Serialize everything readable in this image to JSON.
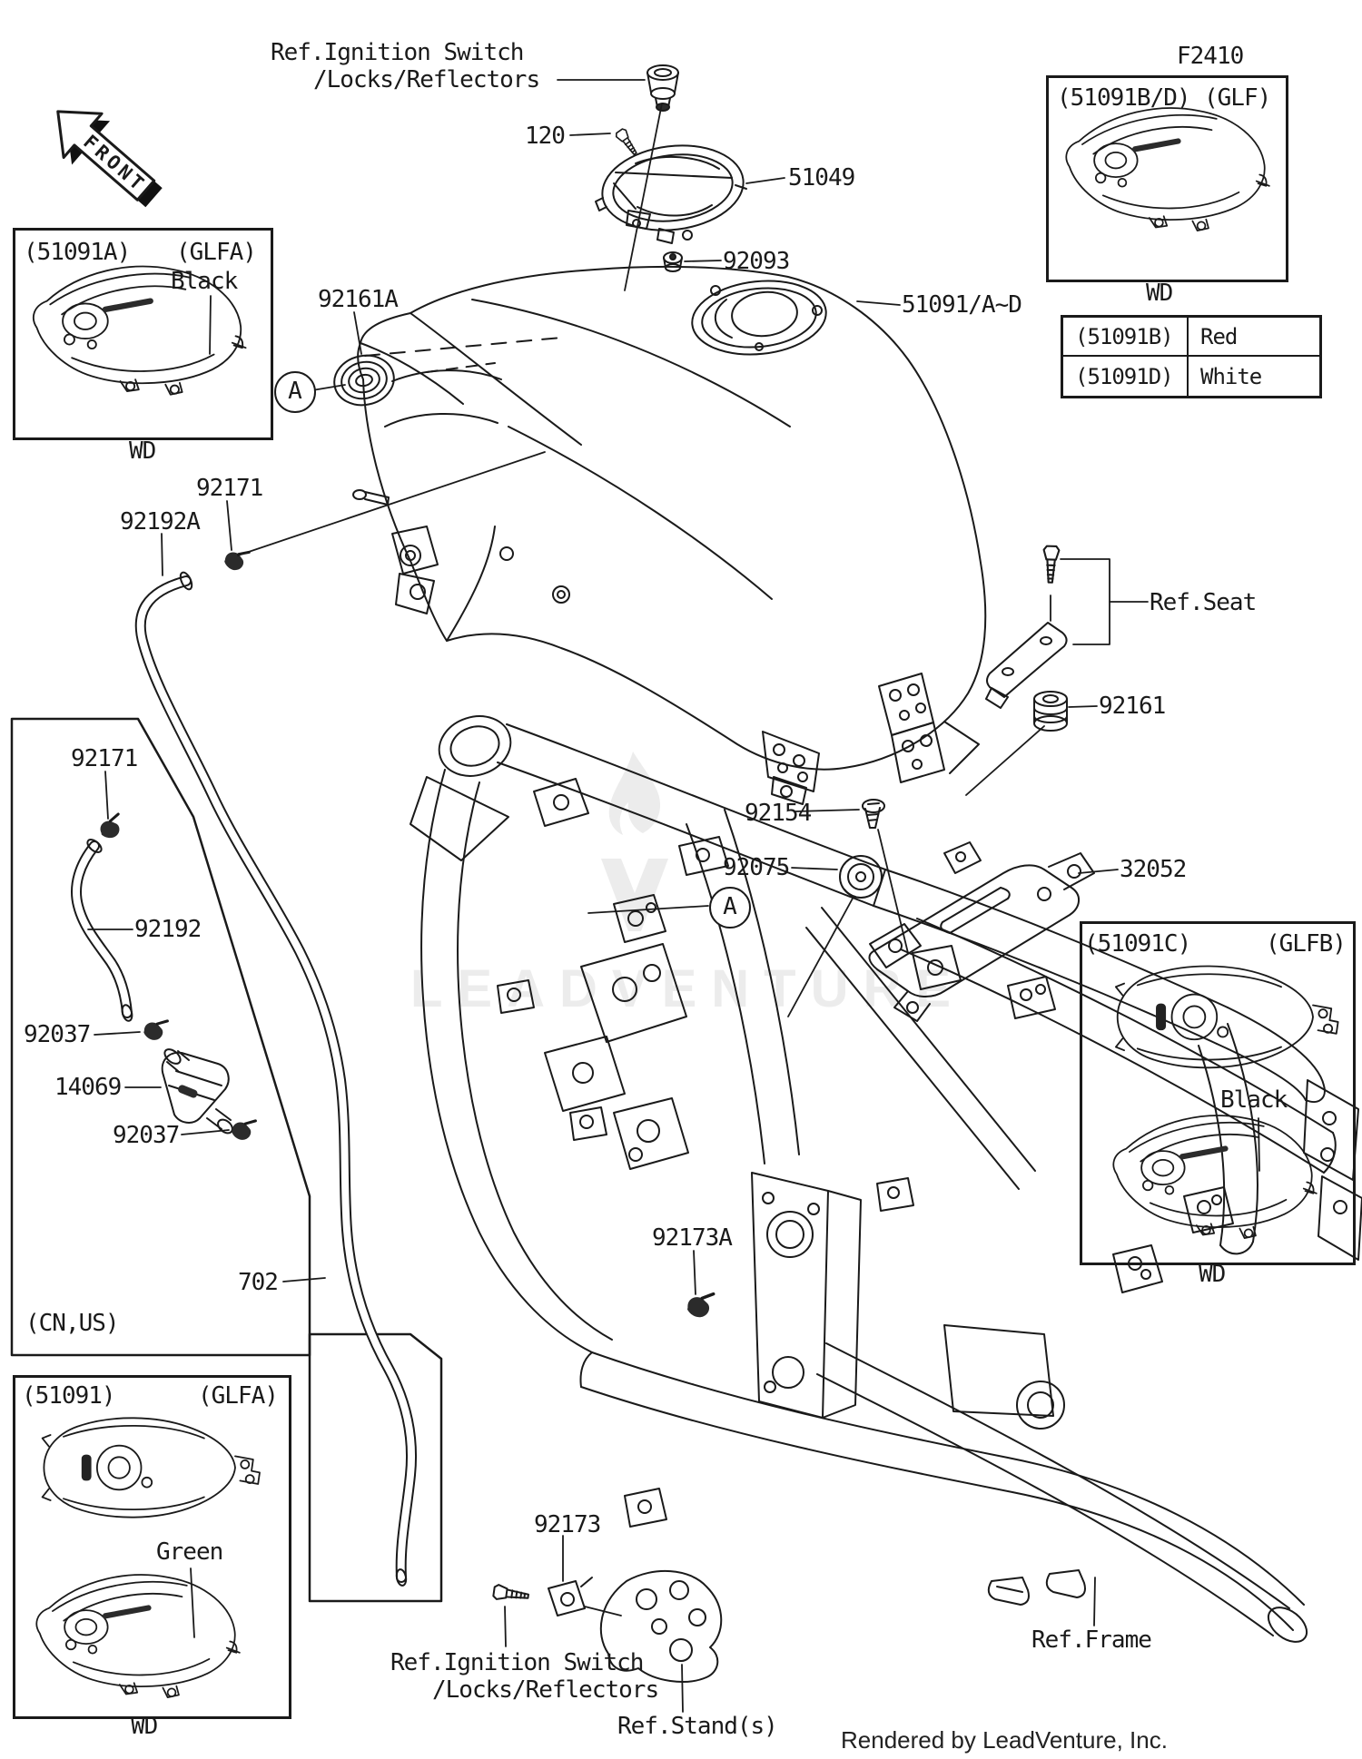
{
  "diagram": {
    "code": "F2410",
    "front_marker": "FRONT",
    "footer": "Rendered by LeadVenture, Inc.",
    "watermark": "LEADVENTURE",
    "marker_a": "A",
    "line_color": "#1a1a1a",
    "watermark_color": "#ececec"
  },
  "labels": {
    "ref_ignition_1": "Ref.Ignition Switch",
    "ref_ignition_2": "/Locks/Reflectors",
    "p120": "120",
    "p51049": "51049",
    "p92093": "92093",
    "p51091ad": "51091/A~D",
    "p92161a": "92161A",
    "p92171": "92171",
    "p92192a": "92192A",
    "p92192": "92192",
    "p92037": "92037",
    "p14069": "14069",
    "p702": "702",
    "cn_us": "(CN,US)",
    "p92154": "92154",
    "p92075": "92075",
    "p32052": "32052",
    "p92161": "92161",
    "p92173a": "92173A",
    "p92173": "92173",
    "ref_seat": "Ref.Seat",
    "ref_stands": "Ref.Stand(s)",
    "ref_frame": "Ref.Frame",
    "wd": "WD"
  },
  "variant_boxes": {
    "box_51091a": {
      "code": "(51091A)",
      "variant": "(GLFA)",
      "color": "Black",
      "footnote": "WD"
    },
    "box_51091bd": {
      "code": "(51091B/D)",
      "variant": "(GLF)",
      "footnote": "WD"
    },
    "box_51091c": {
      "code": "(51091C)",
      "variant": "(GLFB)",
      "color": "Black",
      "footnote": "WD"
    },
    "box_51091": {
      "code": "(51091)",
      "variant": "(GLFA)",
      "color": "Green",
      "footnote": "WD"
    }
  },
  "color_table": {
    "rows": [
      {
        "part": "(51091B)",
        "color": "Red"
      },
      {
        "part": "(51091D)",
        "color": "White"
      }
    ]
  }
}
